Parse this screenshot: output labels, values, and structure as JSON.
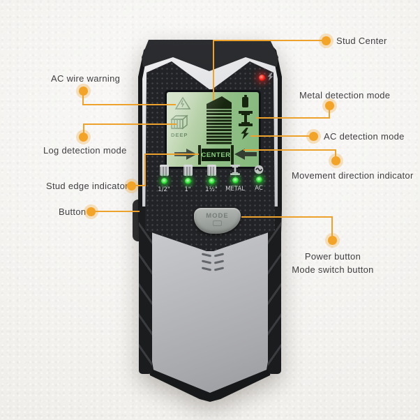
{
  "callouts": {
    "stud_center": "Stud Center",
    "ac_wire_warning": "AC wire warning",
    "metal_detection": "Metal detection mode",
    "ac_detection": "AC detection mode",
    "log_detection": "Log detection mode",
    "movement_direction": "Movement direction indicator",
    "stud_edge": "Stud edge indicator",
    "button": "Button",
    "power_button": "Power button",
    "mode_switch": "Mode switch button"
  },
  "device": {
    "lcd": {
      "deep_label": "DEEP",
      "center_label": "CENTER"
    },
    "mode_button_label": "MODE",
    "led_row": [
      {
        "icon": "wood-stud-icon",
        "label": "1/2\""
      },
      {
        "icon": "wood-stud-icon",
        "label": "1\""
      },
      {
        "icon": "wood-stud-icon",
        "label": "1½\""
      },
      {
        "icon": "metal-ibeam-icon",
        "label": "METAL"
      },
      {
        "icon": "ac-wave-icon",
        "label": "AC"
      }
    ],
    "icons": {
      "lcd_top_left": "ac-live-wire-warning-icon",
      "lcd_left": "deep-log-scan-icon",
      "lcd_top_right": "battery-icon",
      "lcd_right": "metal-ibeam-icon",
      "lcd_right_lower": "ac-voltage-bolt-icon",
      "lcd_bottom": "movement-arrow-icons",
      "panel_top_right": "red-ac-warning-led"
    }
  },
  "colors": {
    "accent_orange": "#f2a32a",
    "lcd_green": "#a6c99b",
    "lcd_segment_dark": "#17260f",
    "led_green": "#36e23c",
    "warning_led_red": "#f42018",
    "label_text": "#3f3f41"
  }
}
